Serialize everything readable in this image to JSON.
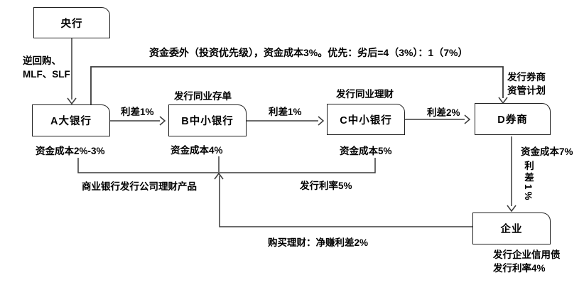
{
  "nodes": {
    "central_bank": "央行",
    "bank_a": "A大银行",
    "bank_b": "B中小银行",
    "bank_c": "C中小银行",
    "broker_d": "D券商",
    "enterprise": "企业"
  },
  "labels": {
    "pboc_tools_line1": "逆回购、",
    "pboc_tools_line2": "MLF、SLF",
    "entrust_line": "资金委外（投资优先级），资金成本3%。优先：劣后=4（3%）：1（7%）",
    "issue_ncd": "发行同业存单",
    "issue_interbank_wmp": "发行同业理财",
    "spread_ab": "利差1%",
    "spread_bc": "利差1%",
    "spread_cd": "利差2%",
    "broker_plan_line1": "发行券商",
    "broker_plan_line2": "资管计划",
    "cost_a": "资金成本2%-3%",
    "cost_b": "资金成本4%",
    "cost_c": "资金成本5%",
    "cost_d": "资金成本7%",
    "corp_wmp_issue": "商业银行发行公司理财产品",
    "issue_rate_5": "发行利率5%",
    "spread_d_enterprise": "利差1%",
    "buy_wmp": "购买理财：净赚利差2%",
    "corp_bond_line1": "发行企业信用债",
    "corp_bond_line2": "发行利率4%"
  },
  "colors": {
    "line": "#3a3a3a",
    "box_border": "#1f1f1f",
    "text": "#000000",
    "background": "#ffffff"
  }
}
